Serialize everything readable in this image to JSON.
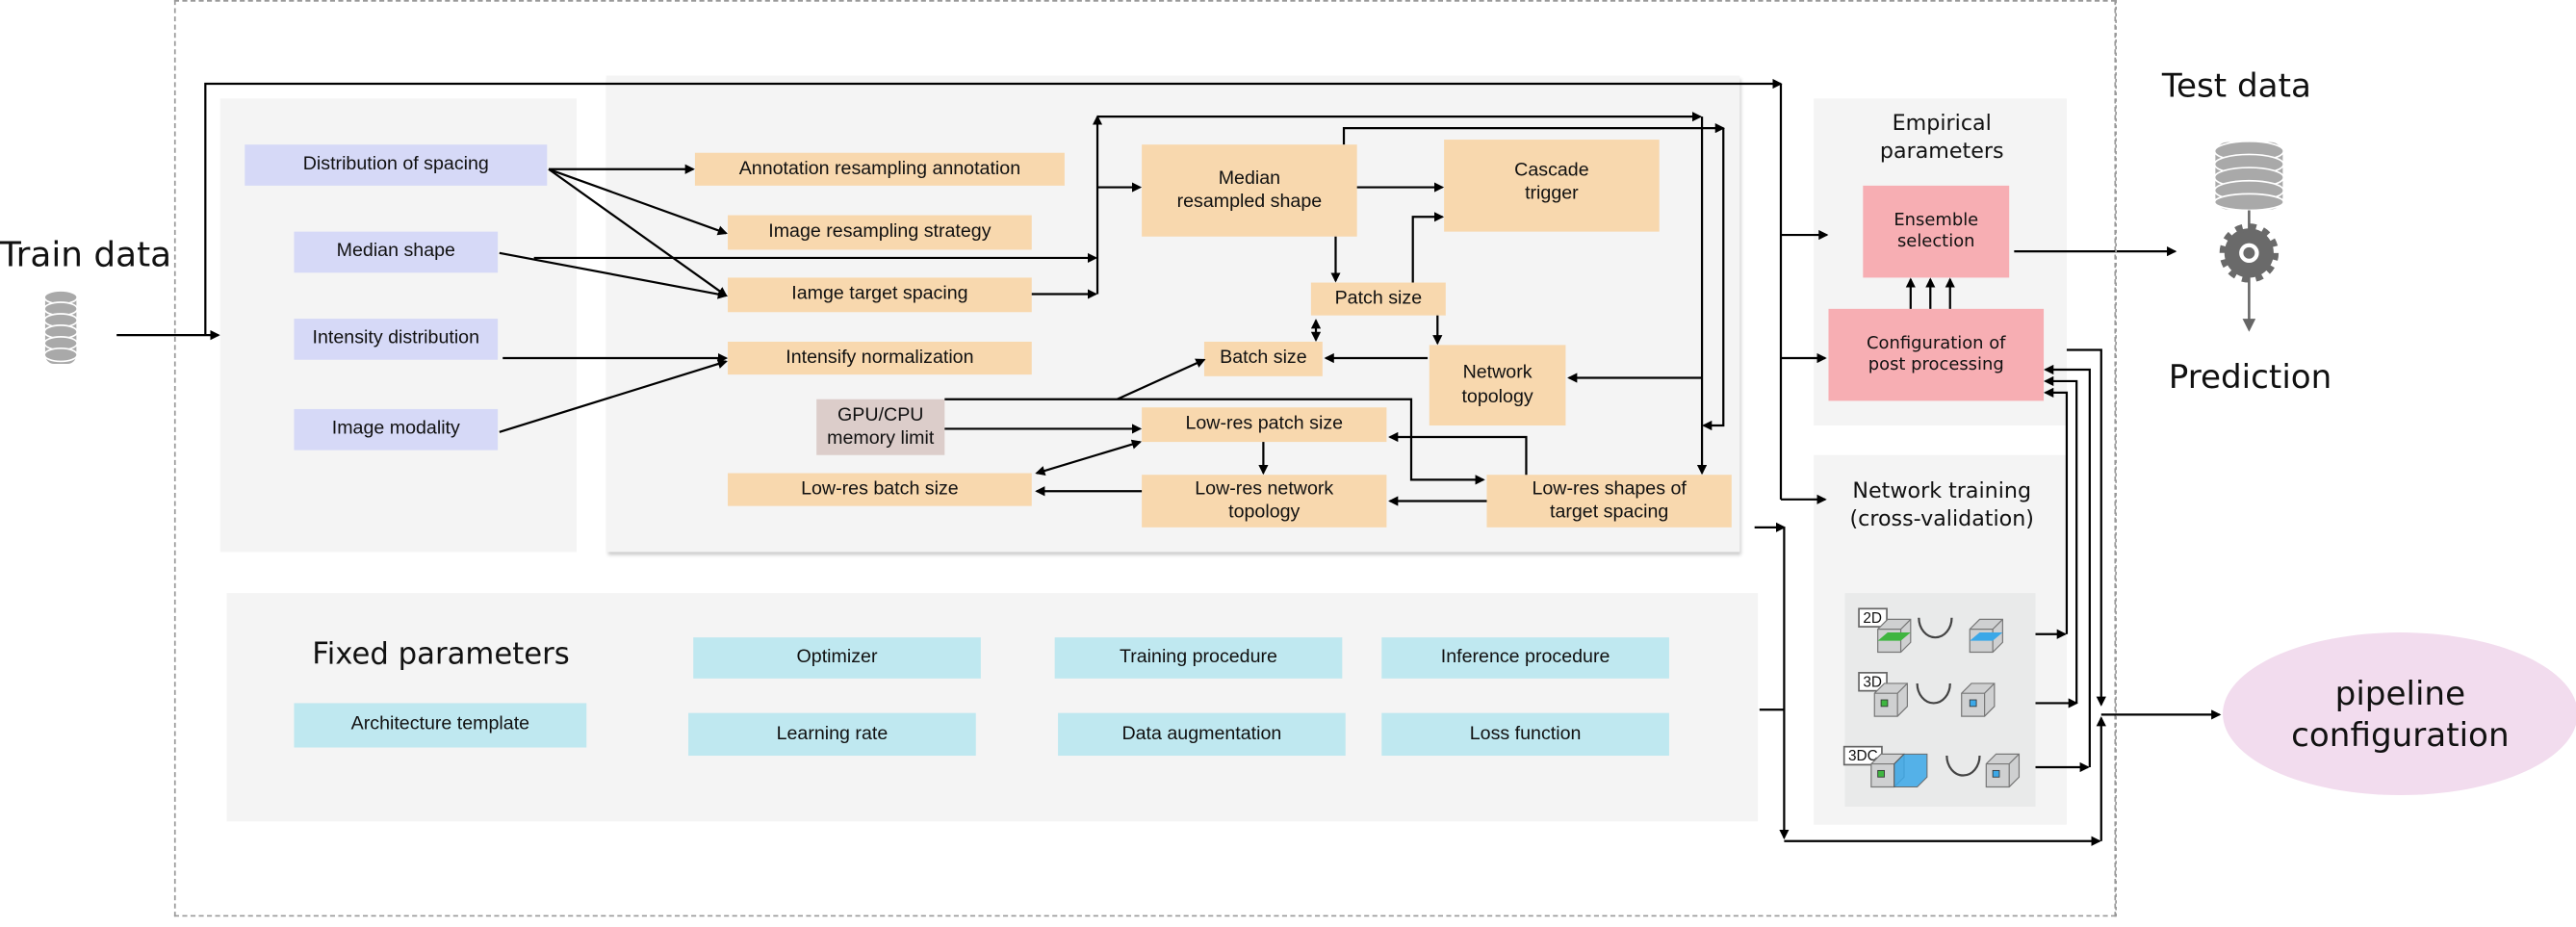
{
  "train_data": {
    "label": "Train data"
  },
  "test_data": {
    "label": "Test data",
    "output_label": "Prediction"
  },
  "dataset_properties": [
    {
      "label": "Distribution of spacing"
    },
    {
      "label": "Median shape"
    },
    {
      "label": "Intensity distribution"
    },
    {
      "label": "Image modality"
    }
  ],
  "rule_based": [
    {
      "label": "Annotation resampling annotation"
    },
    {
      "label": "Image resampling strategy"
    },
    {
      "label": "Iamge target spacing"
    },
    {
      "label": "Intensify normalization"
    },
    {
      "label": "GPU/CPU memory limit"
    },
    {
      "label": "Low-res batch size"
    },
    {
      "label": "Median resampled shape"
    },
    {
      "label": "Cascade trigger"
    },
    {
      "label": "Patch size"
    },
    {
      "label": "Batch size"
    },
    {
      "label": "Network topology"
    },
    {
      "label": "Low-res patch size"
    },
    {
      "label": "Low-res network topology"
    },
    {
      "label": "Low-res shapes of target spacing"
    }
  ],
  "fixed_parameters": {
    "title": "Fixed parameters",
    "items": [
      {
        "label": "Optimizer"
      },
      {
        "label": "Training procedure"
      },
      {
        "label": "Inference procedure"
      },
      {
        "label": "Architecture template"
      },
      {
        "label": "Learning rate"
      },
      {
        "label": "Data augmentation"
      },
      {
        "label": "Loss function"
      }
    ]
  },
  "empirical_parameters": {
    "title": "Empirical parameters",
    "ensemble": "Ensemble selection",
    "postprocessing": "Configuration of post processing"
  },
  "network_training": {
    "title": "Network training (cross-validation)",
    "models": [
      {
        "label": "2D"
      },
      {
        "label": "3D"
      },
      {
        "label": "3DC"
      }
    ]
  },
  "output": {
    "label": "pipeline configuration"
  },
  "colors": {
    "dataset_property": "#d6d9f7",
    "rule_based": "#f8d8ae",
    "memory": "#dccdca",
    "empirical": "#f7aeb3",
    "fixed": "#bfe8f0",
    "pipeline": "#f2dcee",
    "panel": "#f4f4f4"
  }
}
